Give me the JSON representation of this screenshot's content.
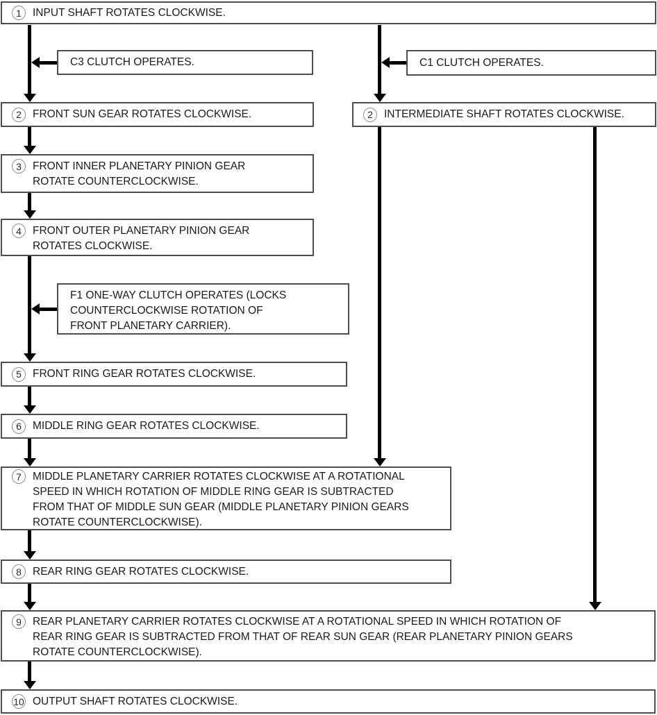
{
  "figure": {
    "type": "flowchart",
    "background_color": "#ffffff",
    "box_border_color": "#4d4d4d",
    "arrow_color": "#000000",
    "text_color": "#1a1a1a"
  },
  "boxes": {
    "b1": {
      "num": "1",
      "text": "INPUT SHAFT ROTATES CLOCKWISE."
    },
    "c3": {
      "text": "C3 CLUTCH OPERATES."
    },
    "c1": {
      "text": "C1 CLUTCH OPERATES."
    },
    "b2l": {
      "num": "2",
      "text": "FRONT SUN GEAR ROTATES CLOCKWISE."
    },
    "b2r": {
      "num": "2",
      "text": "INTERMEDIATE SHAFT ROTATES CLOCKWISE."
    },
    "b3": {
      "num": "3",
      "text": "FRONT INNER PLANETARY PINION GEAR\nROTATE COUNTERCLOCKWISE."
    },
    "b4": {
      "num": "4",
      "text": "FRONT OUTER PLANETARY PINION GEAR\nROTATES CLOCKWISE."
    },
    "f1": {
      "text": "F1 ONE-WAY CLUTCH OPERATES (LOCKS\nCOUNTERCLOCKWISE ROTATION OF\nFRONT PLANETARY CARRIER)."
    },
    "b5": {
      "num": "5",
      "text": "FRONT RING GEAR ROTATES CLOCKWISE."
    },
    "b6": {
      "num": "6",
      "text": "MIDDLE RING GEAR ROTATES CLOCKWISE."
    },
    "b7": {
      "num": "7",
      "text": "MIDDLE PLANETARY CARRIER ROTATES CLOCKWISE AT A ROTATIONAL\nSPEED IN WHICH ROTATION OF MIDDLE RING GEAR IS SUBTRACTED\nFROM THAT OF MIDDLE SUN GEAR (MIDDLE PLANETARY PINION GEARS\nROTATE COUNTERCLOCKWISE)."
    },
    "b8": {
      "num": "8",
      "text": "REAR RING GEAR ROTATES CLOCKWISE."
    },
    "b9": {
      "num": "9",
      "text": "REAR PLANETARY CARRIER ROTATES CLOCKWISE AT A ROTATIONAL SPEED IN WHICH ROTATION OF\nREAR RING GEAR IS SUBTRACTED FROM THAT OF REAR SUN GEAR (REAR PLANETARY PINION GEARS\nROTATE COUNTERCLOCKWISE)."
    },
    "b10": {
      "num": "10",
      "text": "OUTPUT SHAFT ROTATES CLOCKWISE."
    }
  }
}
